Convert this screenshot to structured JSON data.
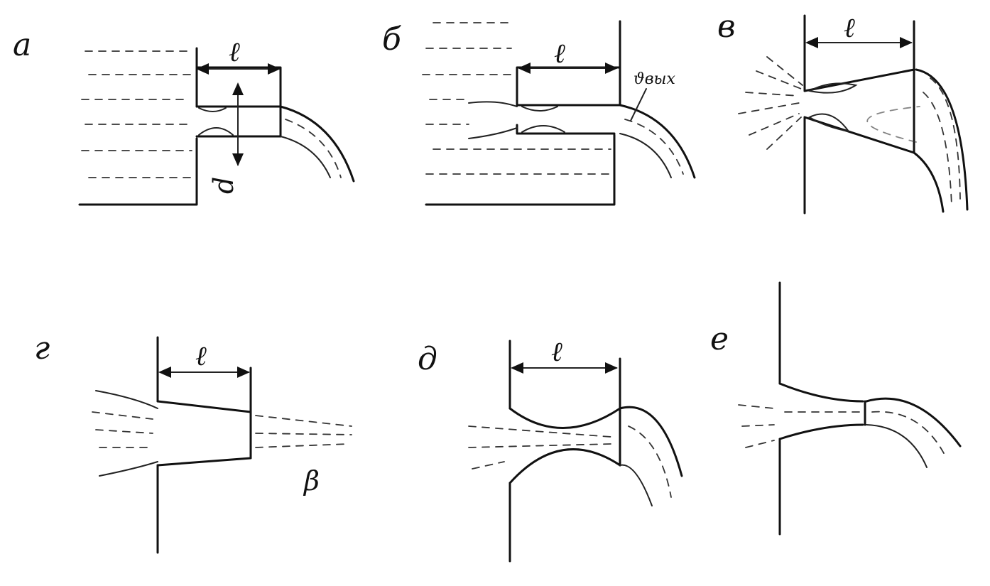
{
  "panels": {
    "a": {
      "label": "а",
      "length": "ℓ",
      "diameter": "d"
    },
    "b": {
      "label": "б",
      "length": "ℓ",
      "velocity": "ϑвых"
    },
    "v": {
      "label": "в",
      "length": "ℓ"
    },
    "g": {
      "label": "г",
      "length": "ℓ",
      "angle": "β"
    },
    "d": {
      "label": "д",
      "length": "ℓ"
    },
    "e": {
      "label": "е"
    }
  }
}
